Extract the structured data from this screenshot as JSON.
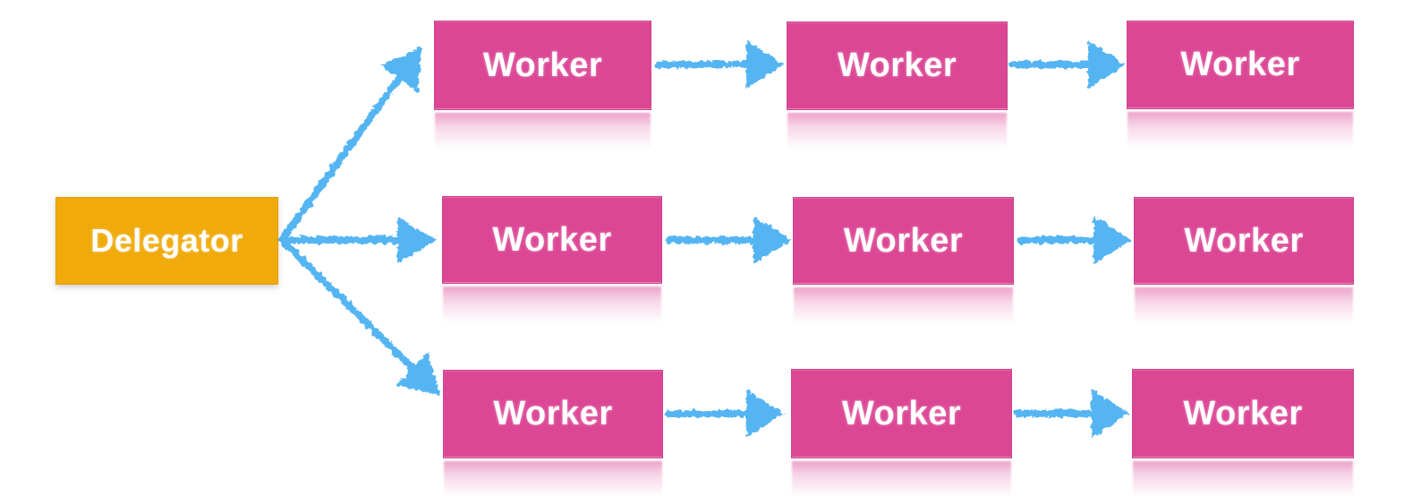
{
  "diagram": {
    "delegator": {
      "label": "Delegator"
    },
    "rows": [
      {
        "workers": [
          {
            "label": "Worker"
          },
          {
            "label": "Worker"
          },
          {
            "label": "Worker"
          }
        ]
      },
      {
        "workers": [
          {
            "label": "Worker"
          },
          {
            "label": "Worker"
          },
          {
            "label": "Worker"
          }
        ]
      },
      {
        "workers": [
          {
            "label": "Worker"
          },
          {
            "label": "Worker"
          },
          {
            "label": "Worker"
          }
        ]
      }
    ],
    "edges": [
      {
        "from": "delegator",
        "to": "worker-1-1"
      },
      {
        "from": "delegator",
        "to": "worker-2-1"
      },
      {
        "from": "delegator",
        "to": "worker-3-1"
      },
      {
        "from": "worker-1-1",
        "to": "worker-1-2"
      },
      {
        "from": "worker-1-2",
        "to": "worker-1-3"
      },
      {
        "from": "worker-2-1",
        "to": "worker-2-2"
      },
      {
        "from": "worker-2-2",
        "to": "worker-2-3"
      },
      {
        "from": "worker-3-1",
        "to": "worker-3-2"
      },
      {
        "from": "worker-3-2",
        "to": "worker-3-3"
      }
    ],
    "colors": {
      "delegator_fill": "#F0AA0B",
      "worker_fill": "#DC4795",
      "arrow": "#55B5F2",
      "node_text": "#FFFFFF",
      "background": "#FFFFFF"
    }
  }
}
